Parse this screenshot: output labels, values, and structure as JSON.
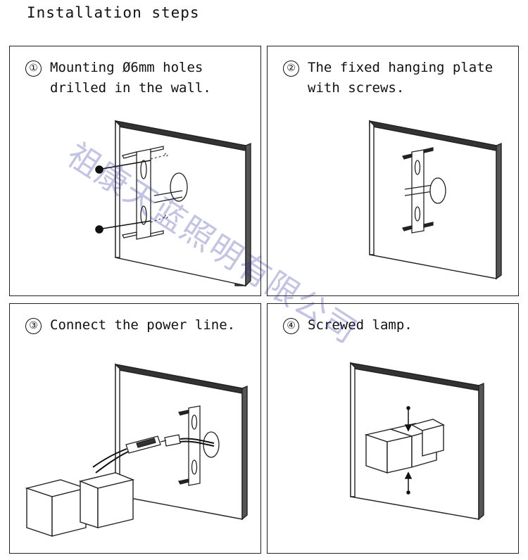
{
  "title": "Installation steps",
  "steps": [
    {
      "number": "①",
      "lines": [
        "Mounting Ø6mm holes",
        "drilled in the wall."
      ]
    },
    {
      "number": "②",
      "lines": [
        "The fixed hanging plate",
        "with screws."
      ]
    },
    {
      "number": "③",
      "lines": [
        "Connect the power line."
      ]
    },
    {
      "number": "④",
      "lines": [
        "Screwed lamp."
      ]
    }
  ],
  "watermark": "祖康天蓝照明有限公司"
}
